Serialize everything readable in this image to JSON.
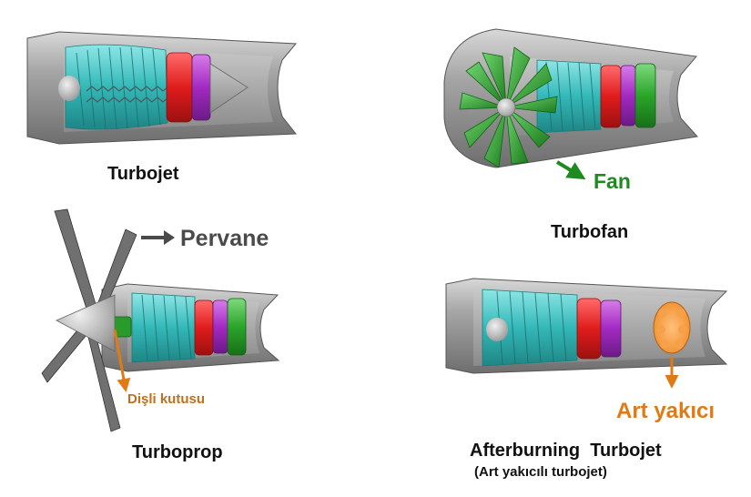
{
  "engines": {
    "turbojet": {
      "caption": "Turbojet"
    },
    "turbofan": {
      "caption": "Turbofan",
      "callout": "Fan"
    },
    "turboprop": {
      "caption": "Turboprop",
      "callout_propeller": "Pervane",
      "callout_gearbox": "Dişli kutusu"
    },
    "afterburning": {
      "caption": "Afterburning  Turbojet",
      "subcaption": "(Art yakıcılı turbojet)",
      "callout": "Art yakıcı"
    }
  },
  "colors": {
    "casing": "#9a9a9a",
    "compressor": "#3fc2c2",
    "combustor": "#e01c1c",
    "turbine_hp": "#a32ac2",
    "turbine_lp": "#2aa52a",
    "fan": "#2f9f2f",
    "afterburner": "#f08c28",
    "arrow_orange": "#e07a14",
    "arrow_green": "#1f8a1f",
    "arrow_gray": "#4a4a4a"
  }
}
